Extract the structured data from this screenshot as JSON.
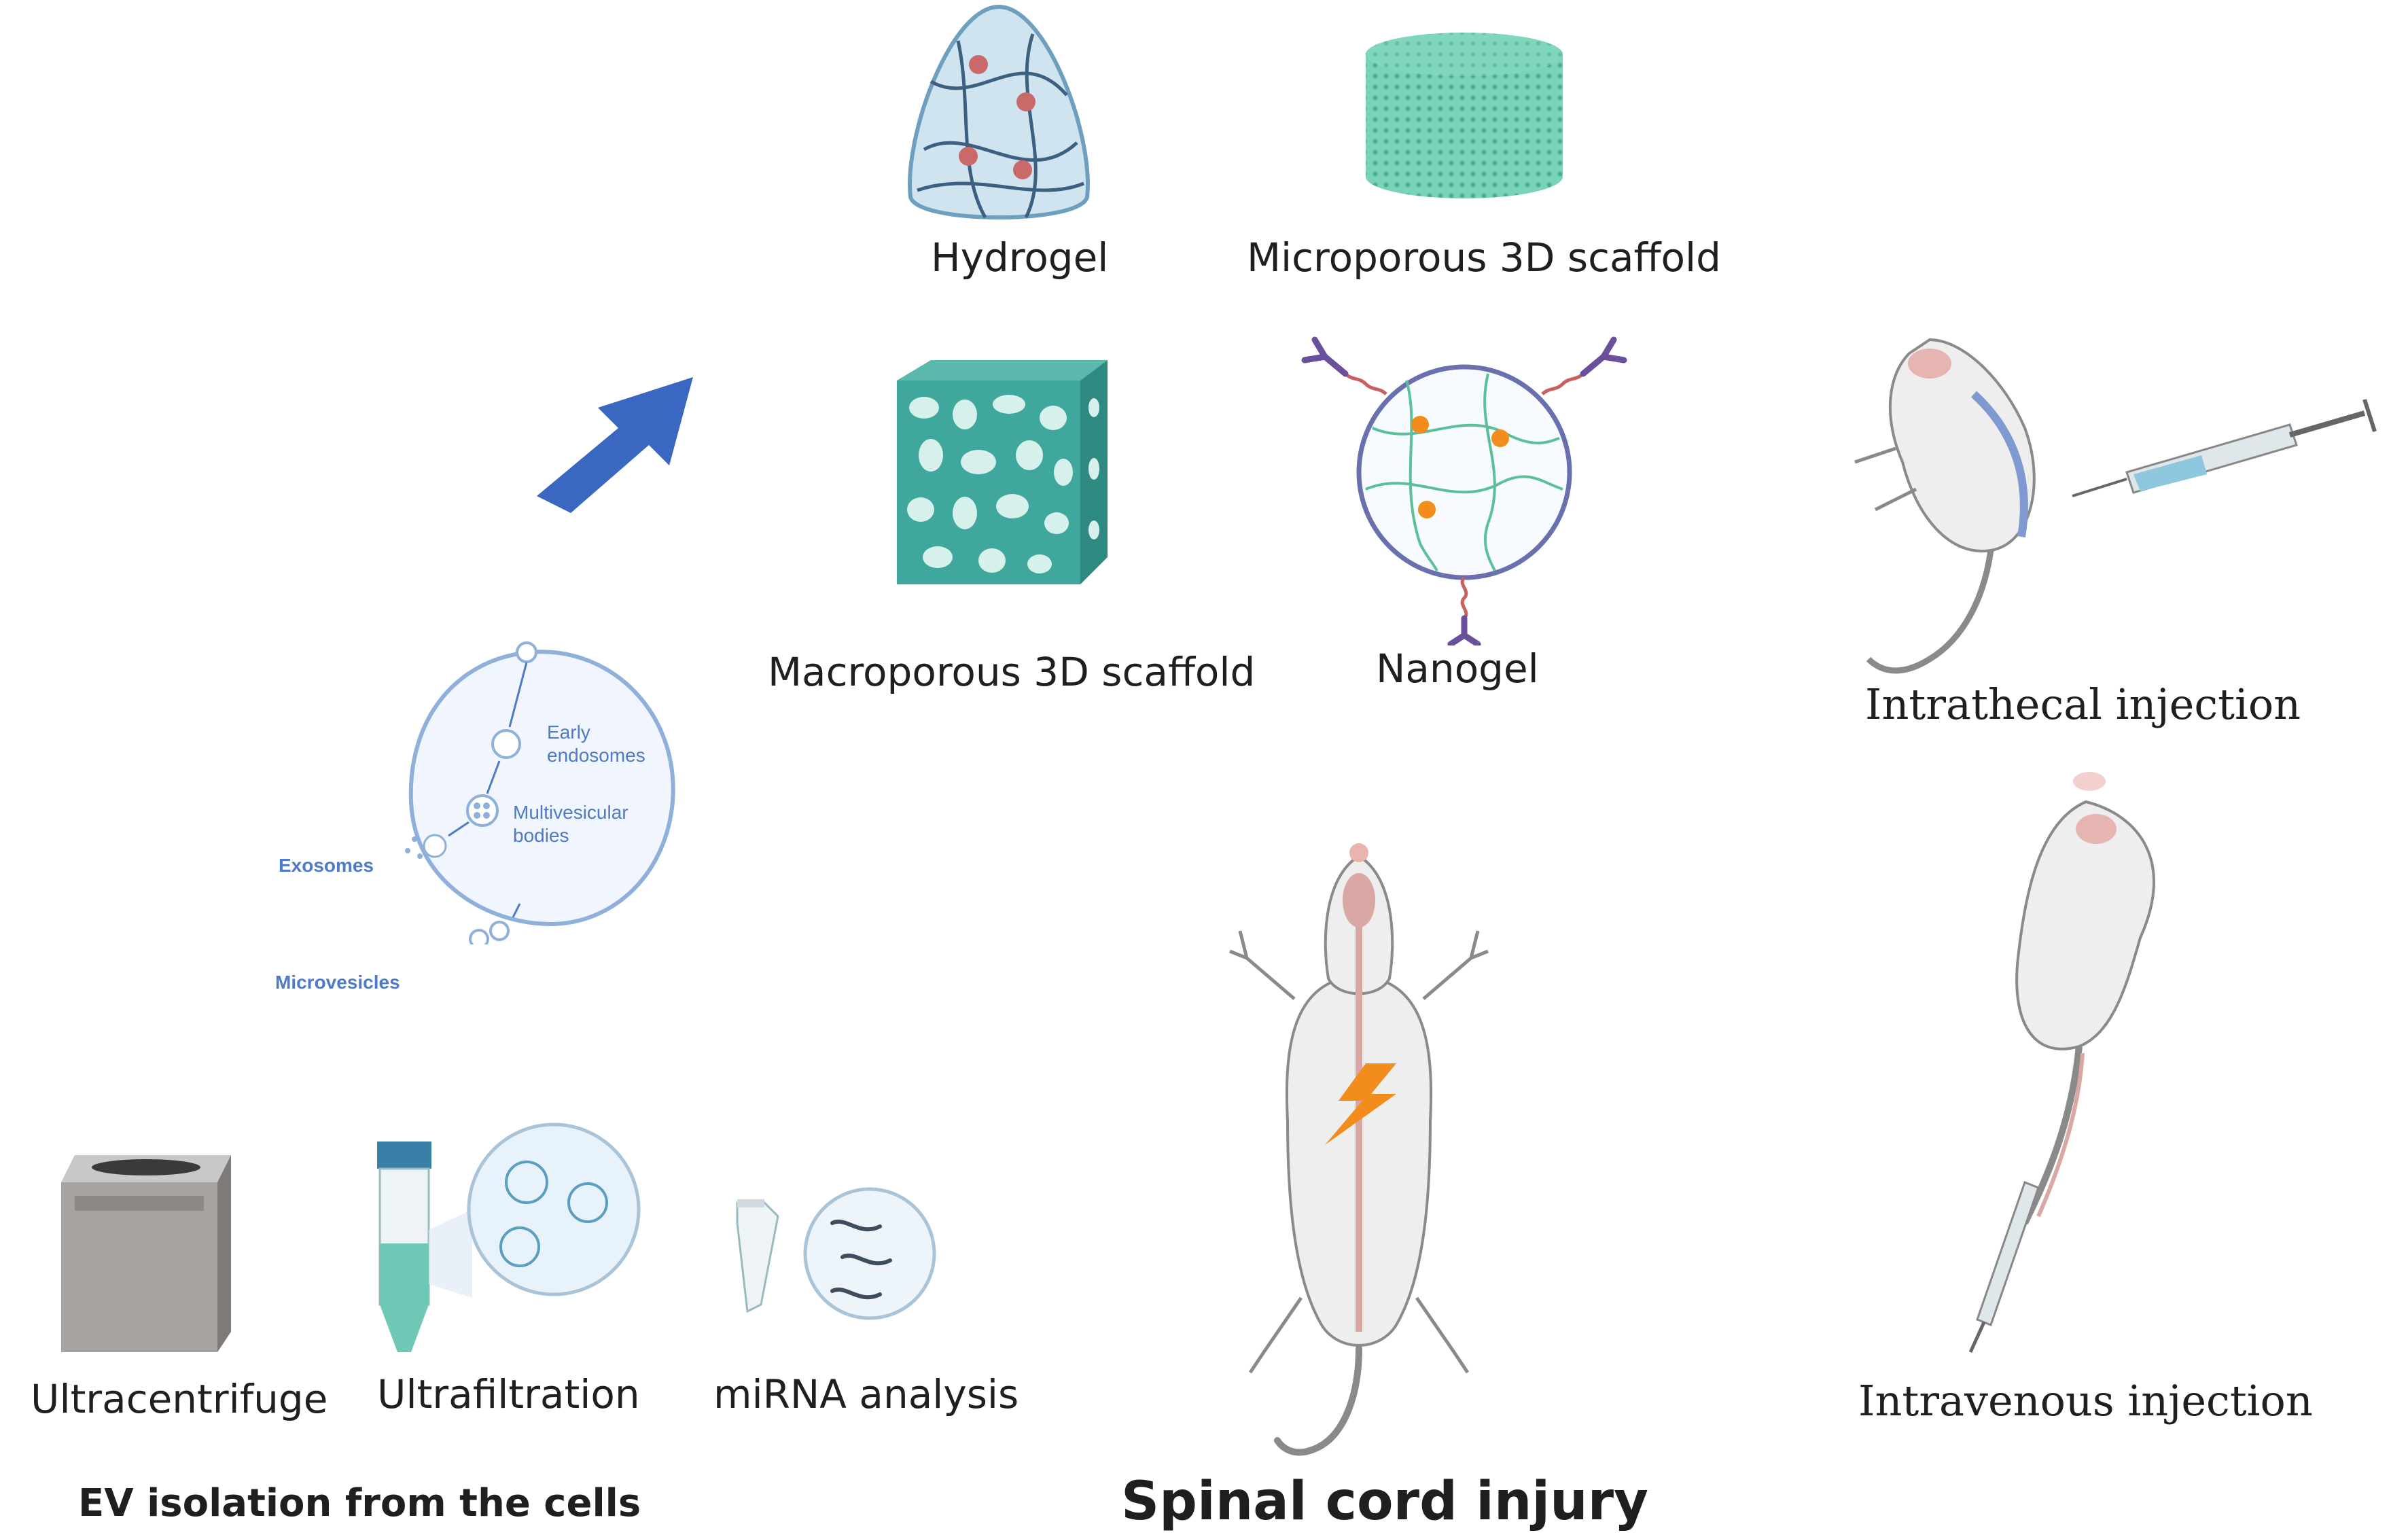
{
  "figure": {
    "scaffolds": {
      "hydrogel": "Hydrogel",
      "microporous": "Microporous 3D scaffold",
      "macroporous": "Macroporous 3D scaffold",
      "nanogel": "Nanogel"
    },
    "injections": {
      "intrathecal": "Intrathecal injection",
      "intravenous": "Intravenous injection"
    },
    "cell_biogenesis": {
      "early_endosomes_line1": "Early",
      "early_endosomes_line2": "endosomes",
      "mvb_line1": "Multivesicular",
      "mvb_line2": "bodies",
      "exosomes": "Exosomes",
      "microvesicles": "Microvesicles"
    },
    "isolation": {
      "ultracentrifuge": "Ultracentrifuge",
      "ultrafiltration": "Ultrafiltration",
      "mirna": "miRNA analysis",
      "heading": "EV isolation from the cells"
    },
    "center": {
      "title": "Spinal cord injury"
    },
    "colors": {
      "arrow": "#3a68c0",
      "teal": "#3fa79c",
      "mint": "#78d3b8",
      "cell_outline": "#8fb0da",
      "cell_text": "#4f7ac6",
      "injury_bolt": "#f28c1c",
      "rat_body": "#eeeeee",
      "pink": "#e9b3b0"
    },
    "icons": [
      "arrow-icon",
      "hydrogel-icon",
      "microporous-scaffold-icon",
      "macroporous-scaffold-icon",
      "nanogel-icon",
      "cell-icon",
      "ultracentrifuge-icon",
      "ultrafiltration-tube-icon",
      "mirna-tube-icon",
      "rat-icon",
      "mouse-icon",
      "syringe-icon",
      "lightning-icon"
    ]
  }
}
